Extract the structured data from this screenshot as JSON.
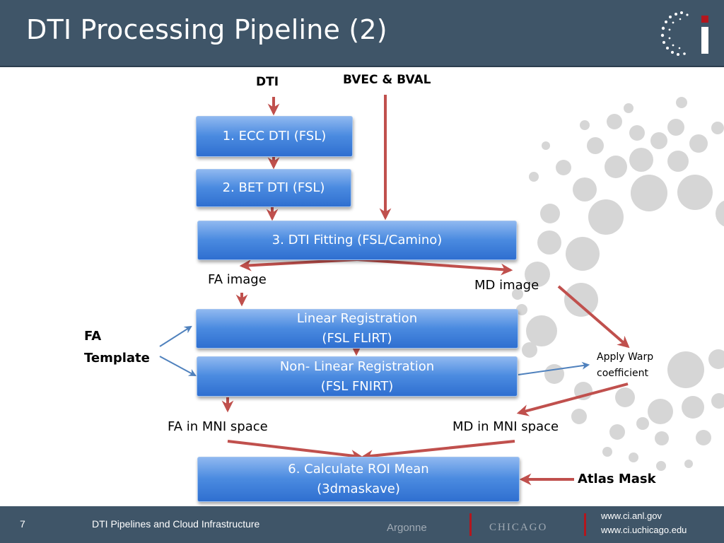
{
  "slide": {
    "title": "DTI Processing Pipeline (2)",
    "logo_text": "ci",
    "footer": {
      "slide_number": "7",
      "title": "DTI Pipelines and Cloud Infrastructure",
      "url_1": "www.ci.anl.gov",
      "url_2": "www.ci.uchicago.edu",
      "argonne_logo": "Argonne",
      "uchicago_logo": "CHICAGO"
    }
  },
  "diagram": {
    "inputs": {
      "dti": "DTI",
      "bvec_bval": "BVEC & BVAL",
      "fa_template_line1": "FA",
      "fa_template_line2": "Template",
      "atlas_mask": "Atlas Mask"
    },
    "steps": {
      "ecc": "1. ECC DTI (FSL)",
      "bet": "2. BET DTI (FSL)",
      "fitting": "3. DTI Fitting (FSL/Camino)",
      "linear_line1": "Linear Registration",
      "linear_line2": "(FSL FLIRT)",
      "nonlinear_line1": "Non- Linear Registration",
      "nonlinear_line2": "(FSL FNIRT)",
      "roi_line1": "6. Calculate ROI Mean",
      "roi_line2": "(3dmaskave)"
    },
    "intermediates": {
      "fa_image": "FA image",
      "md_image": "MD image",
      "apply_warp_line1": "Apply Warp",
      "apply_warp_line2": "coefficient",
      "fa_mni": "FA in MNI space",
      "md_mni": "MD in MNI space"
    }
  },
  "colors": {
    "header_bg": "#3f5568",
    "box_blue": "#4b8be0",
    "red_arrow": "#c0504d",
    "blue_arrow": "#4f81bd"
  }
}
